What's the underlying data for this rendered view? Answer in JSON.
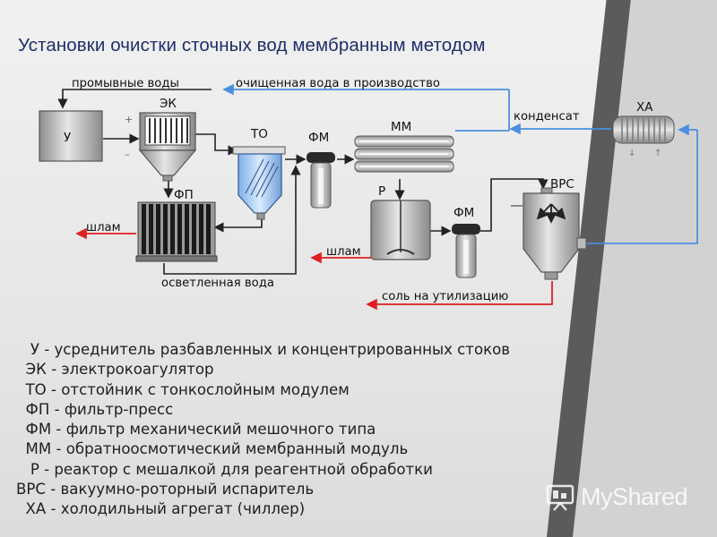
{
  "title": "Установки очистки сточных вод мембранным методом",
  "diagram": {
    "units": {
      "u": "У",
      "ek": "ЭК",
      "to": "ТО",
      "fp": "ФП",
      "fm1": "ФМ",
      "mm": "ММ",
      "r": "Р",
      "fm2": "ФМ",
      "vrs": "ВРС",
      "xa": "ХА"
    },
    "streams": {
      "wash_water": "промывные воды",
      "purified_water": "очищенная вода в производство",
      "condensate": "конденсат",
      "sludge1": "шлам",
      "sludge2": "шлам",
      "clarified_water": "осветленная вода",
      "salt": "соль на утилизацию"
    },
    "colors": {
      "water": "#4b8fe0",
      "sludge": "#e02020",
      "line": "#222222",
      "equipment": "#b9b9b9"
    }
  },
  "legend": [
    "   У - усреднитель разбавленных и концентрированных стоков",
    "  ЭК - электрокоагулятор",
    "  ТО - отстойник с тонкослойным модулем",
    "  ФП - фильтр-пресс",
    "  ФМ - фильтр механический мешочного типа",
    "  ММ - обратноосмотический мембранный модуль",
    "   Р - реактор с мешалкой для реагентной обработки",
    "ВРС - вакуумно-роторный испаритель",
    "  ХА - холодильный агрегат (чиллер)"
  ],
  "watermark": "MyShared"
}
